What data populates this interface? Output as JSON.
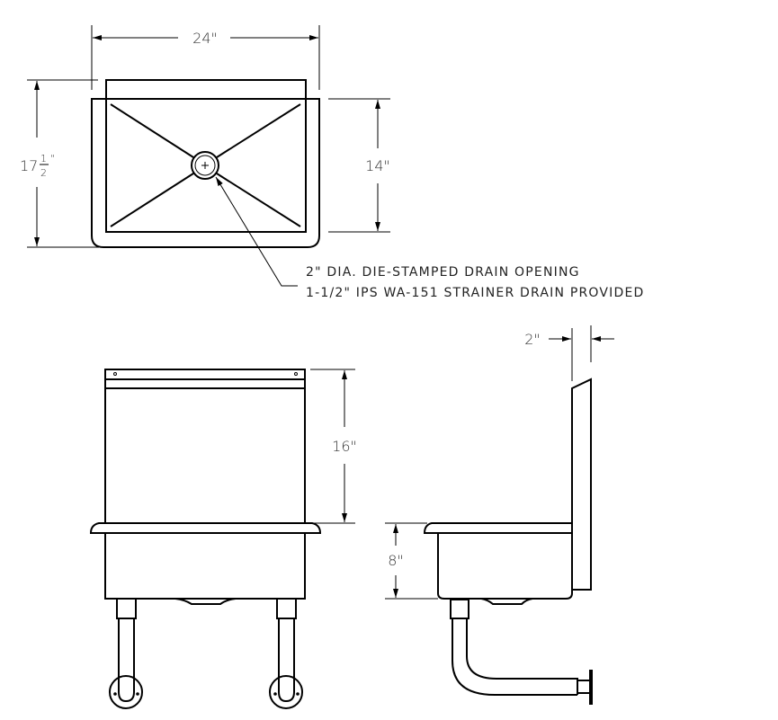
{
  "dimensions": {
    "width": "24\"",
    "depth_whole": "17",
    "depth_fraction_num": "1",
    "depth_fraction_den": "2",
    "depth_inch": "\"",
    "bowl_depth": "14\"",
    "backsplash_height": "16\"",
    "bowl_height": "8\"",
    "backsplash_offset": "2\""
  },
  "notes": {
    "line1": "2\" DIA. DIE-STAMPED DRAIN OPENING",
    "line2": "1-1/2\" IPS WA-151 STRAINER DRAIN PROVIDED"
  },
  "line_color": "#000000"
}
